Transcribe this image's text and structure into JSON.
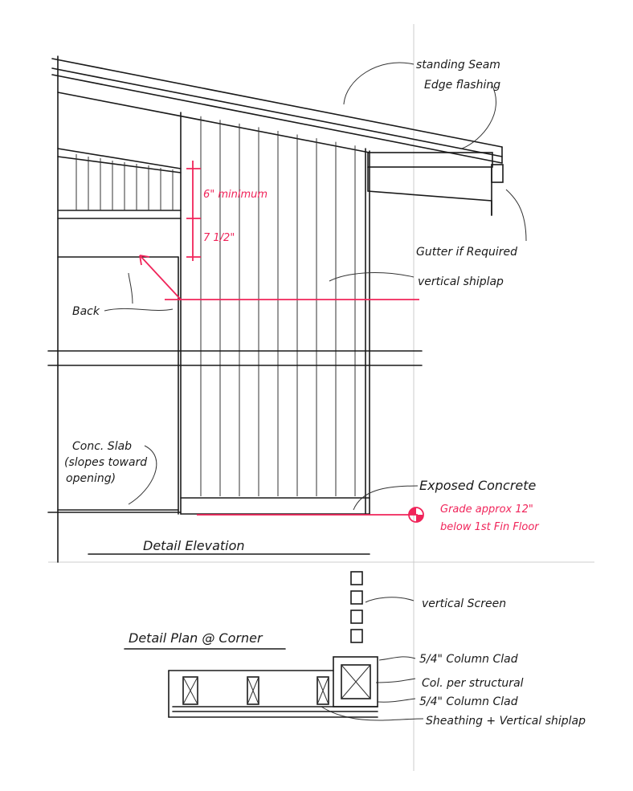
{
  "elevation": {
    "title": "Detail Elevation",
    "labels": {
      "standing_seam": "standing Seam",
      "edge_flashing": "Edge flashing",
      "gutter": "Gutter if Required",
      "vertical_shiplap": "vertical shiplap",
      "back": "Back",
      "conc_slab_1": "Conc. Slab",
      "conc_slab_2": "(slopes toward",
      "conc_slab_3": "opening)",
      "exposed_concrete": "Exposed Concrete"
    },
    "red_notes": {
      "min_dim": "6\" minimum",
      "dim_2": "7 1/2\"",
      "grade_1": "Grade approx 12\"",
      "grade_2": "below 1st Fin Floor"
    }
  },
  "plan": {
    "title": "Detail Plan @ Corner",
    "labels": {
      "vertical_screen": "vertical Screen",
      "column_clad_1": "5/4\" Column Clad",
      "col_structural": "Col. per structural",
      "column_clad_2": "5/4\" Column Clad",
      "sheathing": "Sheathing + Vertical shiplap"
    }
  },
  "colors": {
    "ink": "#1a1a1a",
    "red": "#f0245a"
  }
}
